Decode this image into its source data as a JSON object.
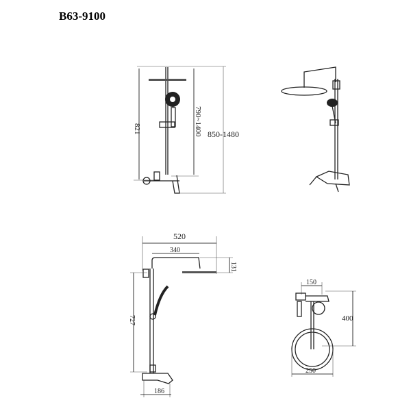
{
  "title": "B63-9100",
  "front_view": {
    "dim_left": "821",
    "dim_inner": "790~1400",
    "dim_total": "850-1480"
  },
  "side_view": {
    "dim_width": "520",
    "dim_arm": "340",
    "dim_head": "131",
    "dim_bar": "727",
    "dim_spout": "186"
  },
  "top_view": {
    "dim_spacing": "150",
    "dim_height": "400",
    "dim_diameter": "250"
  }
}
